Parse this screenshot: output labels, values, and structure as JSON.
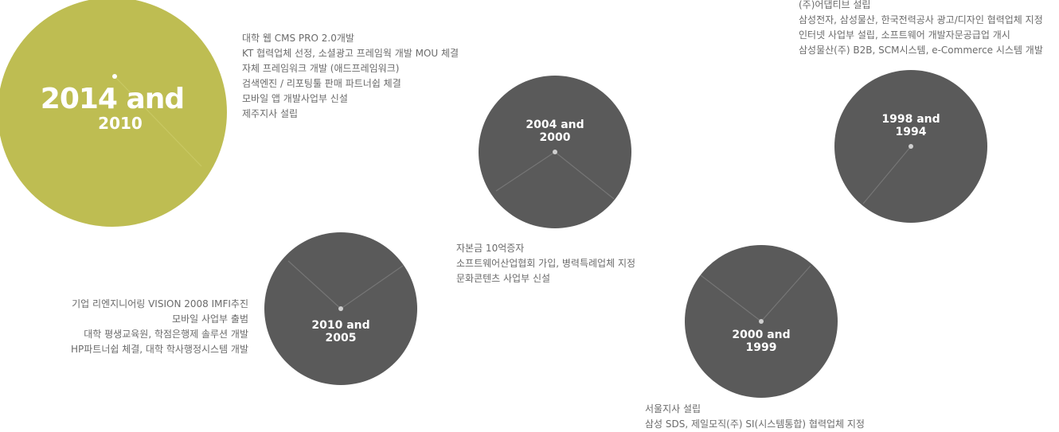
{
  "colors": {
    "highlight_circle": "#bebd52",
    "circle": "#5a5a5a",
    "hand": "#c8c863",
    "hand_gray": "#767676",
    "dot": "#cfcfcf",
    "text": "#6b6b6b"
  },
  "timeline": {
    "p2014": {
      "year_line1": "2014 and",
      "year_line2": "2010",
      "items": [
        "대학 웹 CMS PRO 2.0개발",
        "KT 협력업체 선정, 소셜광고 프레임웍 개발 MOU 체결",
        "자체 프레임워크 개발 (애드프레임워크)",
        "검색엔진 / 리포팅툴 판매 파트너쉽 체결",
        "모바일 앱 개발사업부 신설",
        "제주지사 설립"
      ]
    },
    "p2004": {
      "year_line1": "2004 and",
      "year_line2": "2000",
      "items": [
        "자본금 10억증자",
        "소프트웨어산업협회 가입, 병력특례업체 지정",
        "문화콘텐츠 사업부 신설"
      ]
    },
    "p1998": {
      "year_line1": "1998 and",
      "year_line2": "1994",
      "items": [
        "(주)어댑티브 설립",
        "삼성전자, 삼성물산, 한국전력공사 광고/디자인 협력업체 지정",
        "인터넷 사업부 설립, 소프트웨어 개발자문공급업 개시",
        "삼성물산(주) B2B, SCM시스템, e-Commerce 시스템 개발"
      ]
    },
    "p2010": {
      "year_line1": "2010 and",
      "year_line2": "2005",
      "items": [
        "기업 리엔지니어링 VISION 2008 IMFI추진",
        "모바일 사업부 출범",
        "대학 평생교육원, 학점은행제 솔루션 개발",
        "HP파트너쉽 체결, 대학 학사행정시스템 개발"
      ]
    },
    "p2000": {
      "year_line1": "2000 and",
      "year_line2": "1999",
      "items": [
        "서울지사 설립",
        "삼성 SDS, 제일모직(주) SI(시스템통합) 협력업체 지정"
      ]
    }
  }
}
